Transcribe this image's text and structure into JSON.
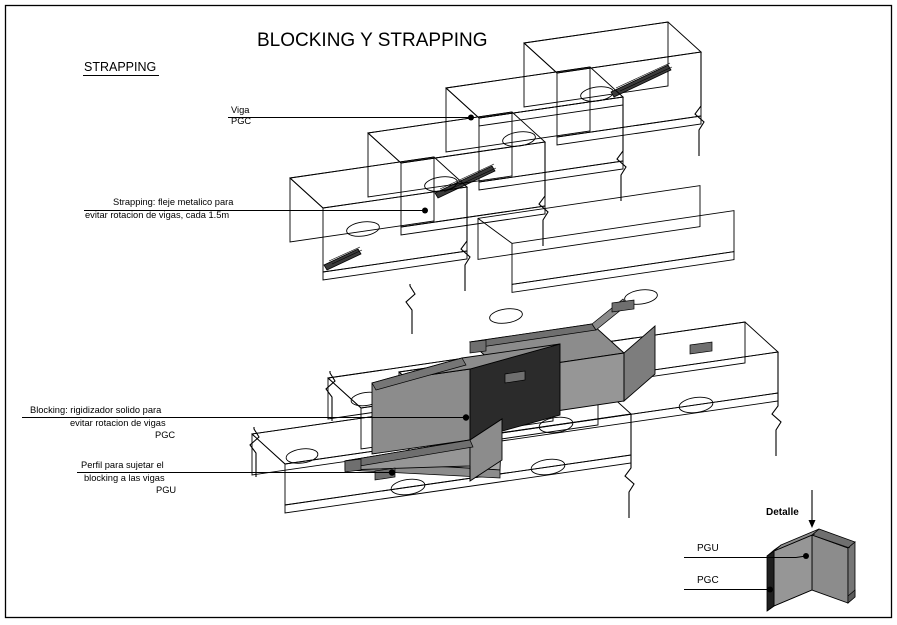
{
  "drawing": {
    "title": "BLOCKING Y STRAPPING",
    "section_heading": "STRAPPING",
    "detail_label": "Detalle"
  },
  "annotations": {
    "viga": {
      "line1": "Viga",
      "line2": "PGC"
    },
    "strapping_note": {
      "line1": "Strapping: fleje metalico para",
      "line2": "evitar rotacion de vigas, cada 1.5m"
    },
    "blocking_note": {
      "line1": "Blocking: rigidizador solido para",
      "line2": "evitar rotacion de vigas",
      "line3": "PGC"
    },
    "perfil_note": {
      "line1": "Perfil para sujetar el",
      "line2": "blocking a las vigas",
      "line3": "PGU"
    },
    "detail_callouts": {
      "pgu": "PGU",
      "pgc": "PGC"
    }
  },
  "colors": {
    "line": "#000000",
    "background": "#ffffff",
    "blocking_dark": "#2b2b2b",
    "panel_gray": "#969696",
    "panel_gray_light": "#a8a8a8",
    "panel_gray_mid": "#8c8c8c",
    "edge_gray": "#7d7d7d",
    "strap_gray": "#3a3a3a"
  }
}
